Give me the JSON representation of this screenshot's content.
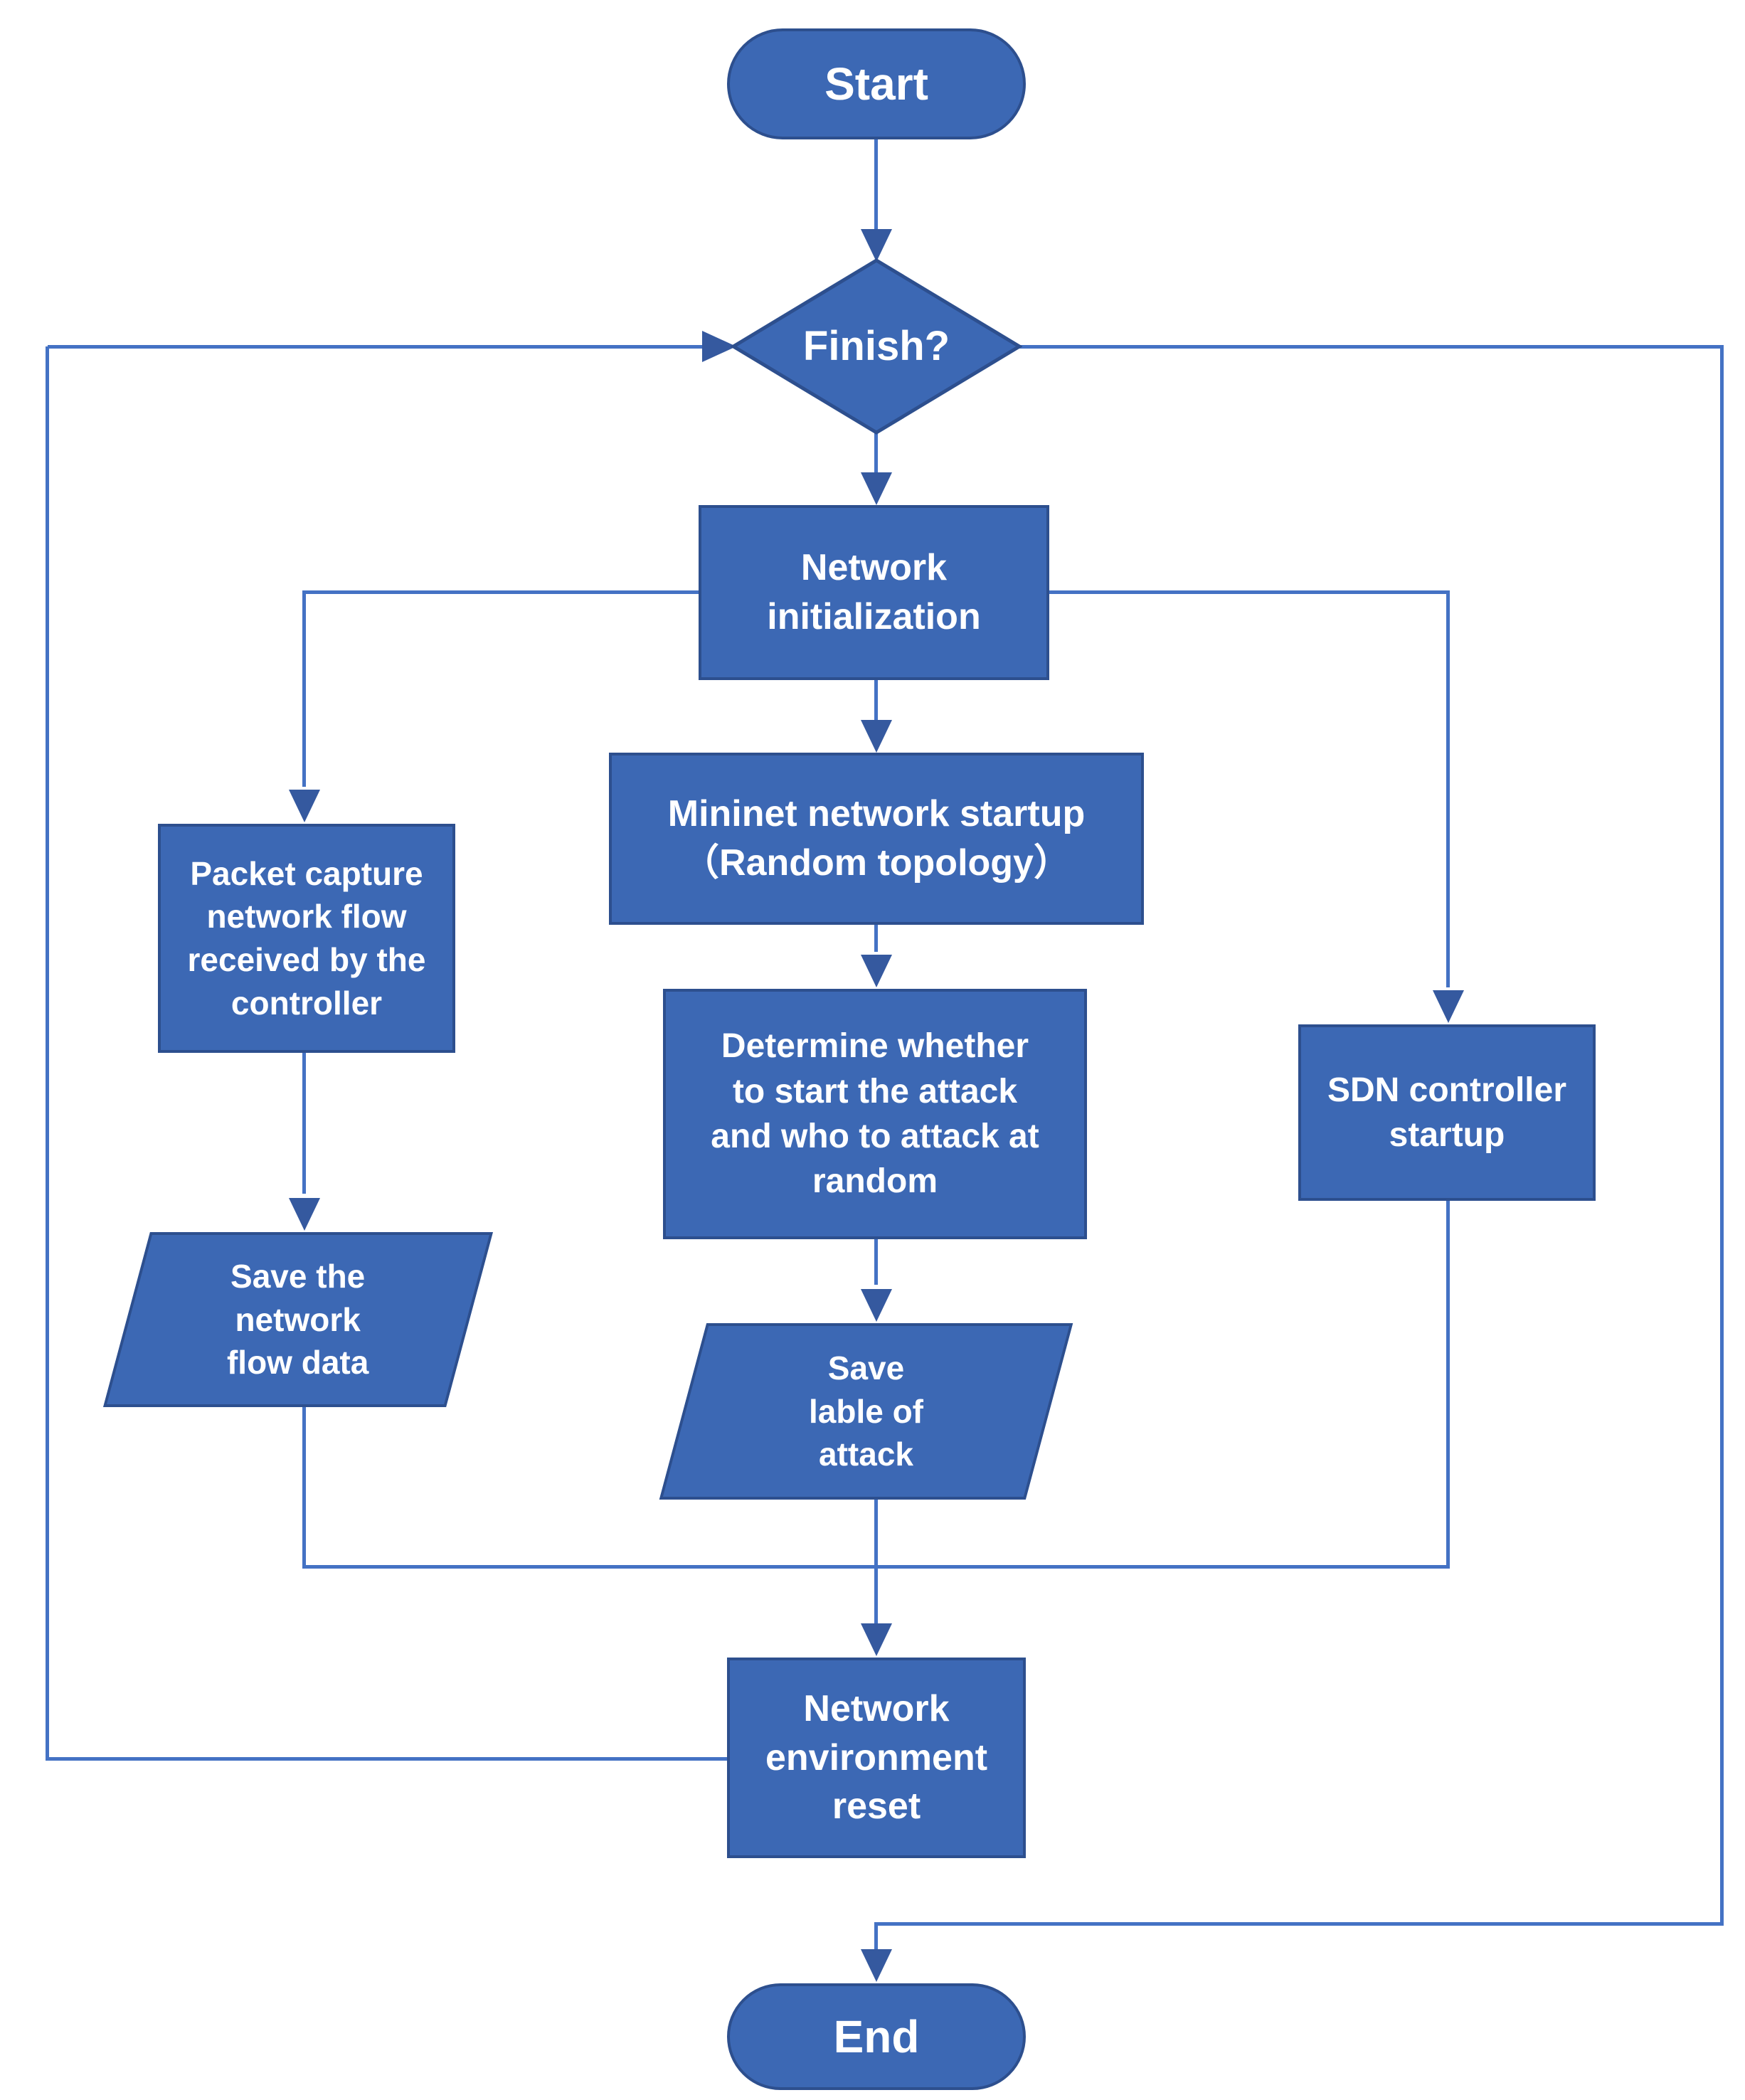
{
  "diagram_type": "flowchart",
  "colors": {
    "shape_fill": "#3c68b4",
    "shape_border": "#2d4f8e",
    "connector_line": "#4472c4",
    "arrowhead": "#35599f",
    "label_text": "#ffffff",
    "background": "#ffffff"
  },
  "nodes": {
    "start": {
      "type": "terminator",
      "label": "Start"
    },
    "finish": {
      "type": "decision",
      "label": "Finish?"
    },
    "network_init": {
      "type": "process",
      "label": "Network\ninitialization"
    },
    "mininet": {
      "type": "process",
      "label": "Mininet network startup\n（Random topology）"
    },
    "packet_capture": {
      "type": "process",
      "label": "Packet capture\nnetwork flow\nreceived by the\ncontroller"
    },
    "determine_attack": {
      "type": "process",
      "label": "Determine whether\nto start the attack\nand who to attack at\nrandom"
    },
    "sdn_controller": {
      "type": "process",
      "label": "SDN controller\nstartup"
    },
    "save_flow": {
      "type": "data",
      "label": "Save the\nnetwork\nflow data"
    },
    "save_label": {
      "type": "data",
      "label": "Save\nlable of\nattack"
    },
    "env_reset": {
      "type": "process",
      "label": "Network\nenvironment\nreset"
    },
    "end": {
      "type": "terminator",
      "label": "End"
    }
  },
  "edges": [
    {
      "from": "start",
      "to": "finish"
    },
    {
      "from": "finish",
      "to": "network_init"
    },
    {
      "from": "finish",
      "to": "end"
    },
    {
      "from": "network_init",
      "to": "mininet"
    },
    {
      "from": "network_init",
      "to": "packet_capture"
    },
    {
      "from": "network_init",
      "to": "sdn_controller"
    },
    {
      "from": "mininet",
      "to": "determine_attack"
    },
    {
      "from": "determine_attack",
      "to": "save_label"
    },
    {
      "from": "packet_capture",
      "to": "save_flow"
    },
    {
      "from": "save_flow",
      "to": "env_reset"
    },
    {
      "from": "save_label",
      "to": "env_reset"
    },
    {
      "from": "sdn_controller",
      "to": "env_reset"
    },
    {
      "from": "env_reset",
      "to": "finish"
    }
  ]
}
